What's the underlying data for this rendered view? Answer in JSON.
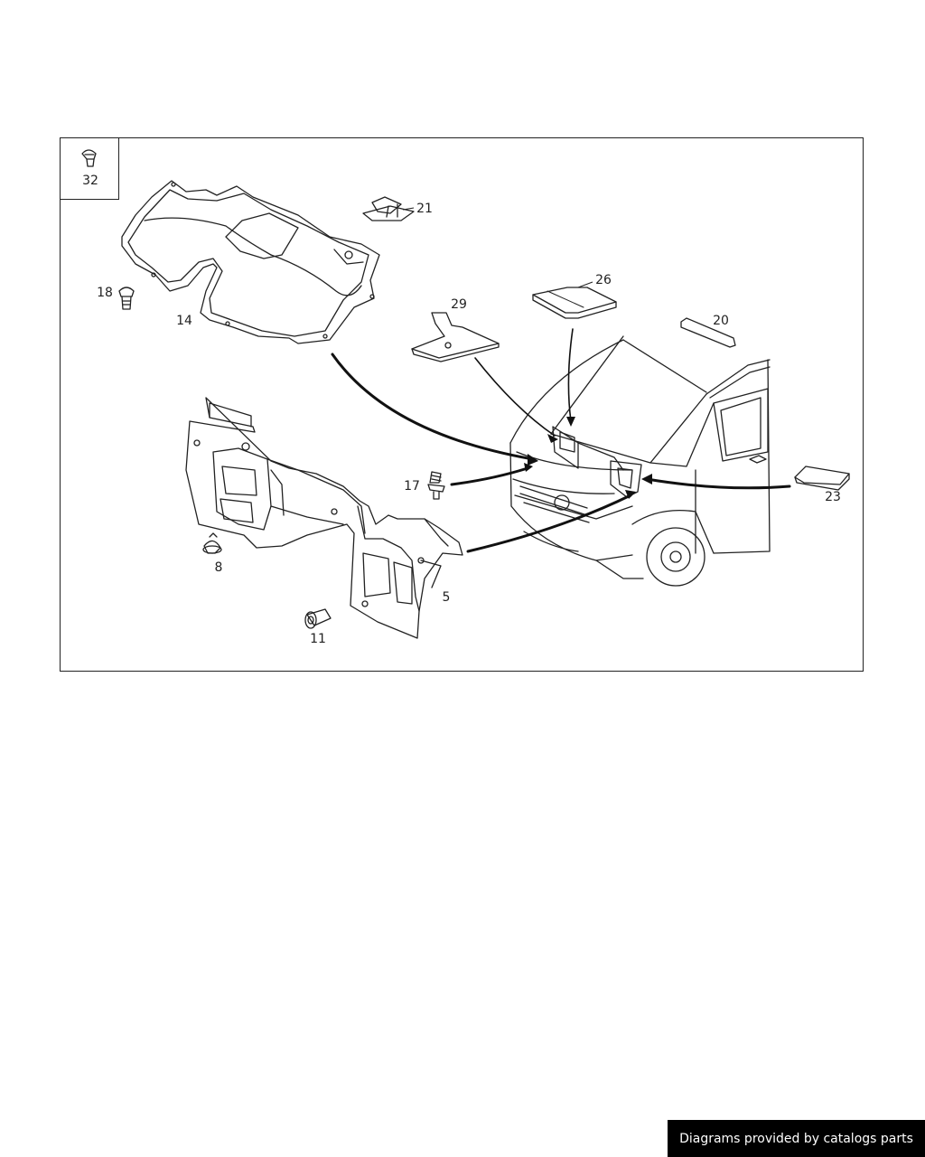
{
  "diagram": {
    "labels": {
      "p32": "32",
      "p21": "21",
      "p18": "18",
      "p14": "14",
      "p29": "29",
      "p26": "26",
      "p20": "20",
      "p17": "17",
      "p23": "23",
      "p8": "8",
      "p5": "5",
      "p11": "11"
    }
  },
  "footer": {
    "credit": "Diagrams provided by catalogs parts"
  }
}
